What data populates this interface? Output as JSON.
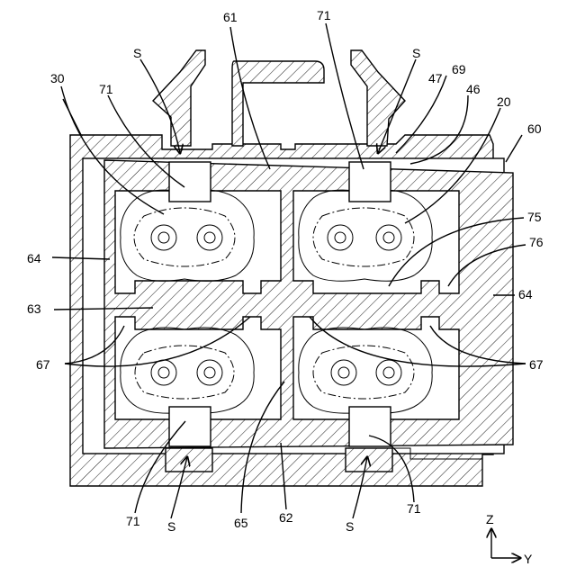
{
  "labels": {
    "l61": "61",
    "l71_top_left": "71",
    "l71_top_right": "71",
    "l_s_top_left": "S",
    "l_s_top_right": "S",
    "l30": "30",
    "l47": "47",
    "l69": "69",
    "l46": "46",
    "l20": "20",
    "l60": "60",
    "l75": "75",
    "l76": "76",
    "l64_left": "64",
    "l64_right": "64",
    "l63": "63",
    "l67_left": "67",
    "l67_right": "67",
    "l71_bottom_left": "71",
    "l71_bottom_right": "71",
    "l_s_bottom_left": "S",
    "l_s_bottom_right": "S",
    "l65": "65",
    "l62": "62"
  },
  "axes": {
    "z_label": "Z",
    "y_label": "Y"
  }
}
